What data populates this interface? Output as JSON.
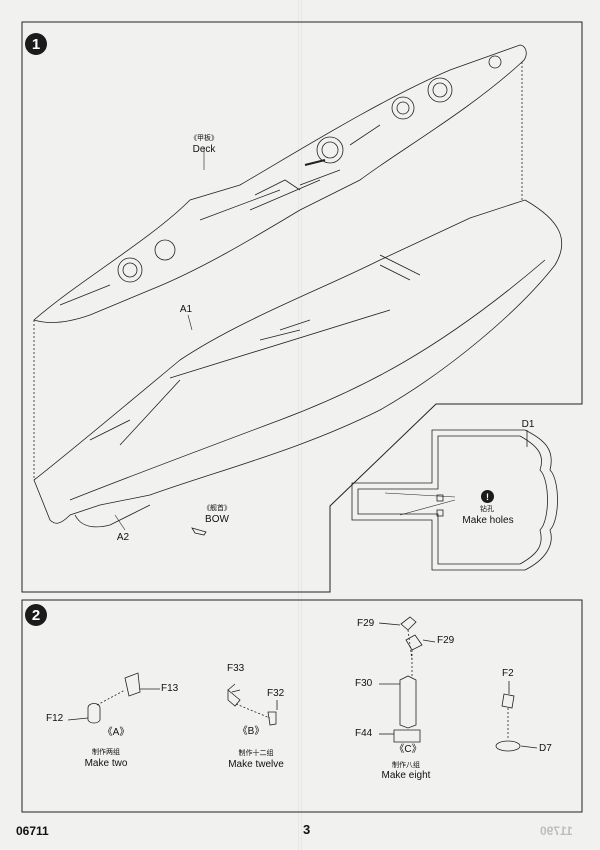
{
  "page": {
    "number": "3",
    "code": "06711",
    "ghost_code": "11790"
  },
  "step1": {
    "number": "1",
    "deck": {
      "cn": "《甲板》",
      "en": "Deck"
    },
    "bow": {
      "cn": "《舰首》",
      "en": "BOW"
    },
    "parts": {
      "a1": "A1",
      "a2": "A2",
      "d1": "D1"
    },
    "hole_icon": "!",
    "holes": {
      "cn": "钻孔",
      "en": "Make holes"
    }
  },
  "step2": {
    "number": "2",
    "group_a": {
      "f13": "F13",
      "f12": "F12",
      "tag": "《A》",
      "cn": "制作两组",
      "en": "Make two"
    },
    "group_b": {
      "f33": "F33",
      "f32": "F32",
      "tag": "《B》",
      "cn": "制作十二组",
      "en": "Make twelve"
    },
    "group_c": {
      "f29a": "F29",
      "f29b": "F29",
      "f30": "F30",
      "f44": "F44",
      "tag": "《C》",
      "cn": "制作八组",
      "en": "Make eight"
    },
    "group_d": {
      "f2": "F2",
      "d7": "D7"
    }
  }
}
